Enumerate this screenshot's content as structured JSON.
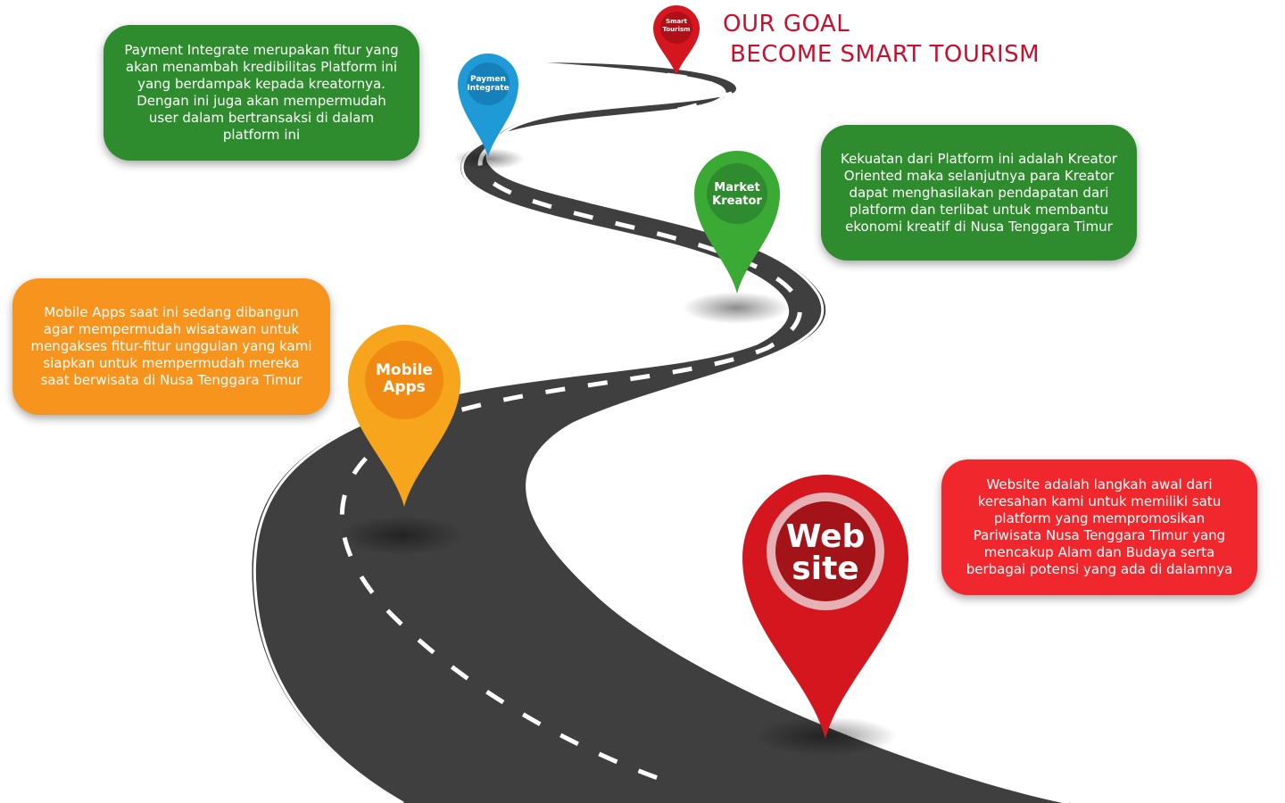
{
  "goal": {
    "line1": "OUR GOAL",
    "line2": "BECOME SMART TOURISM",
    "color": "#c8102e"
  },
  "milestones": [
    {
      "key": "website",
      "pin_label": "Web\nsite",
      "description": "Website adalah langkah awal dari keresahan kami untuk memiliki satu platform yang mempromosikan Pariwisata Nusa Tenggara Timur yang mencakup Alam dan Budaya serta berbagai potensi yang ada di dalamnya",
      "color": "#f0282d"
    },
    {
      "key": "mobile-apps",
      "pin_label": "Mobile\nApps",
      "description": "Mobile Apps saat ini sedang dibangun agar mempermudah wisatawan untuk mengakses fitur-fitur unggulan yang kami siapkan untuk mempermudah mereka saat berwisata di Nusa Tenggara Timur",
      "color": "#f7941d"
    },
    {
      "key": "market-kreator",
      "pin_label": "Market\nKreator",
      "description": "Kekuatan dari Platform ini adalah Kreator Oriented maka selanjutnya para Kreator dapat menghasilakan pendapatan dari platform dan terlibat untuk membantu ekonomi kreatif di Nusa Tenggara Timur",
      "color": "#2e8b2e"
    },
    {
      "key": "payment-integrate",
      "pin_label": "Paymen\nIntegrate",
      "description": "Payment Integrate merupakan fitur yang akan menambah kredibilitas Platform ini yang berdampak kepada kreatornya. Dengan ini juga akan mempermudah user dalam bertransaksi di dalam platform ini",
      "color": "#2e8b2e"
    },
    {
      "key": "smart-tourism",
      "pin_label": "Smart\nTourism",
      "color": "#d4161e"
    }
  ]
}
